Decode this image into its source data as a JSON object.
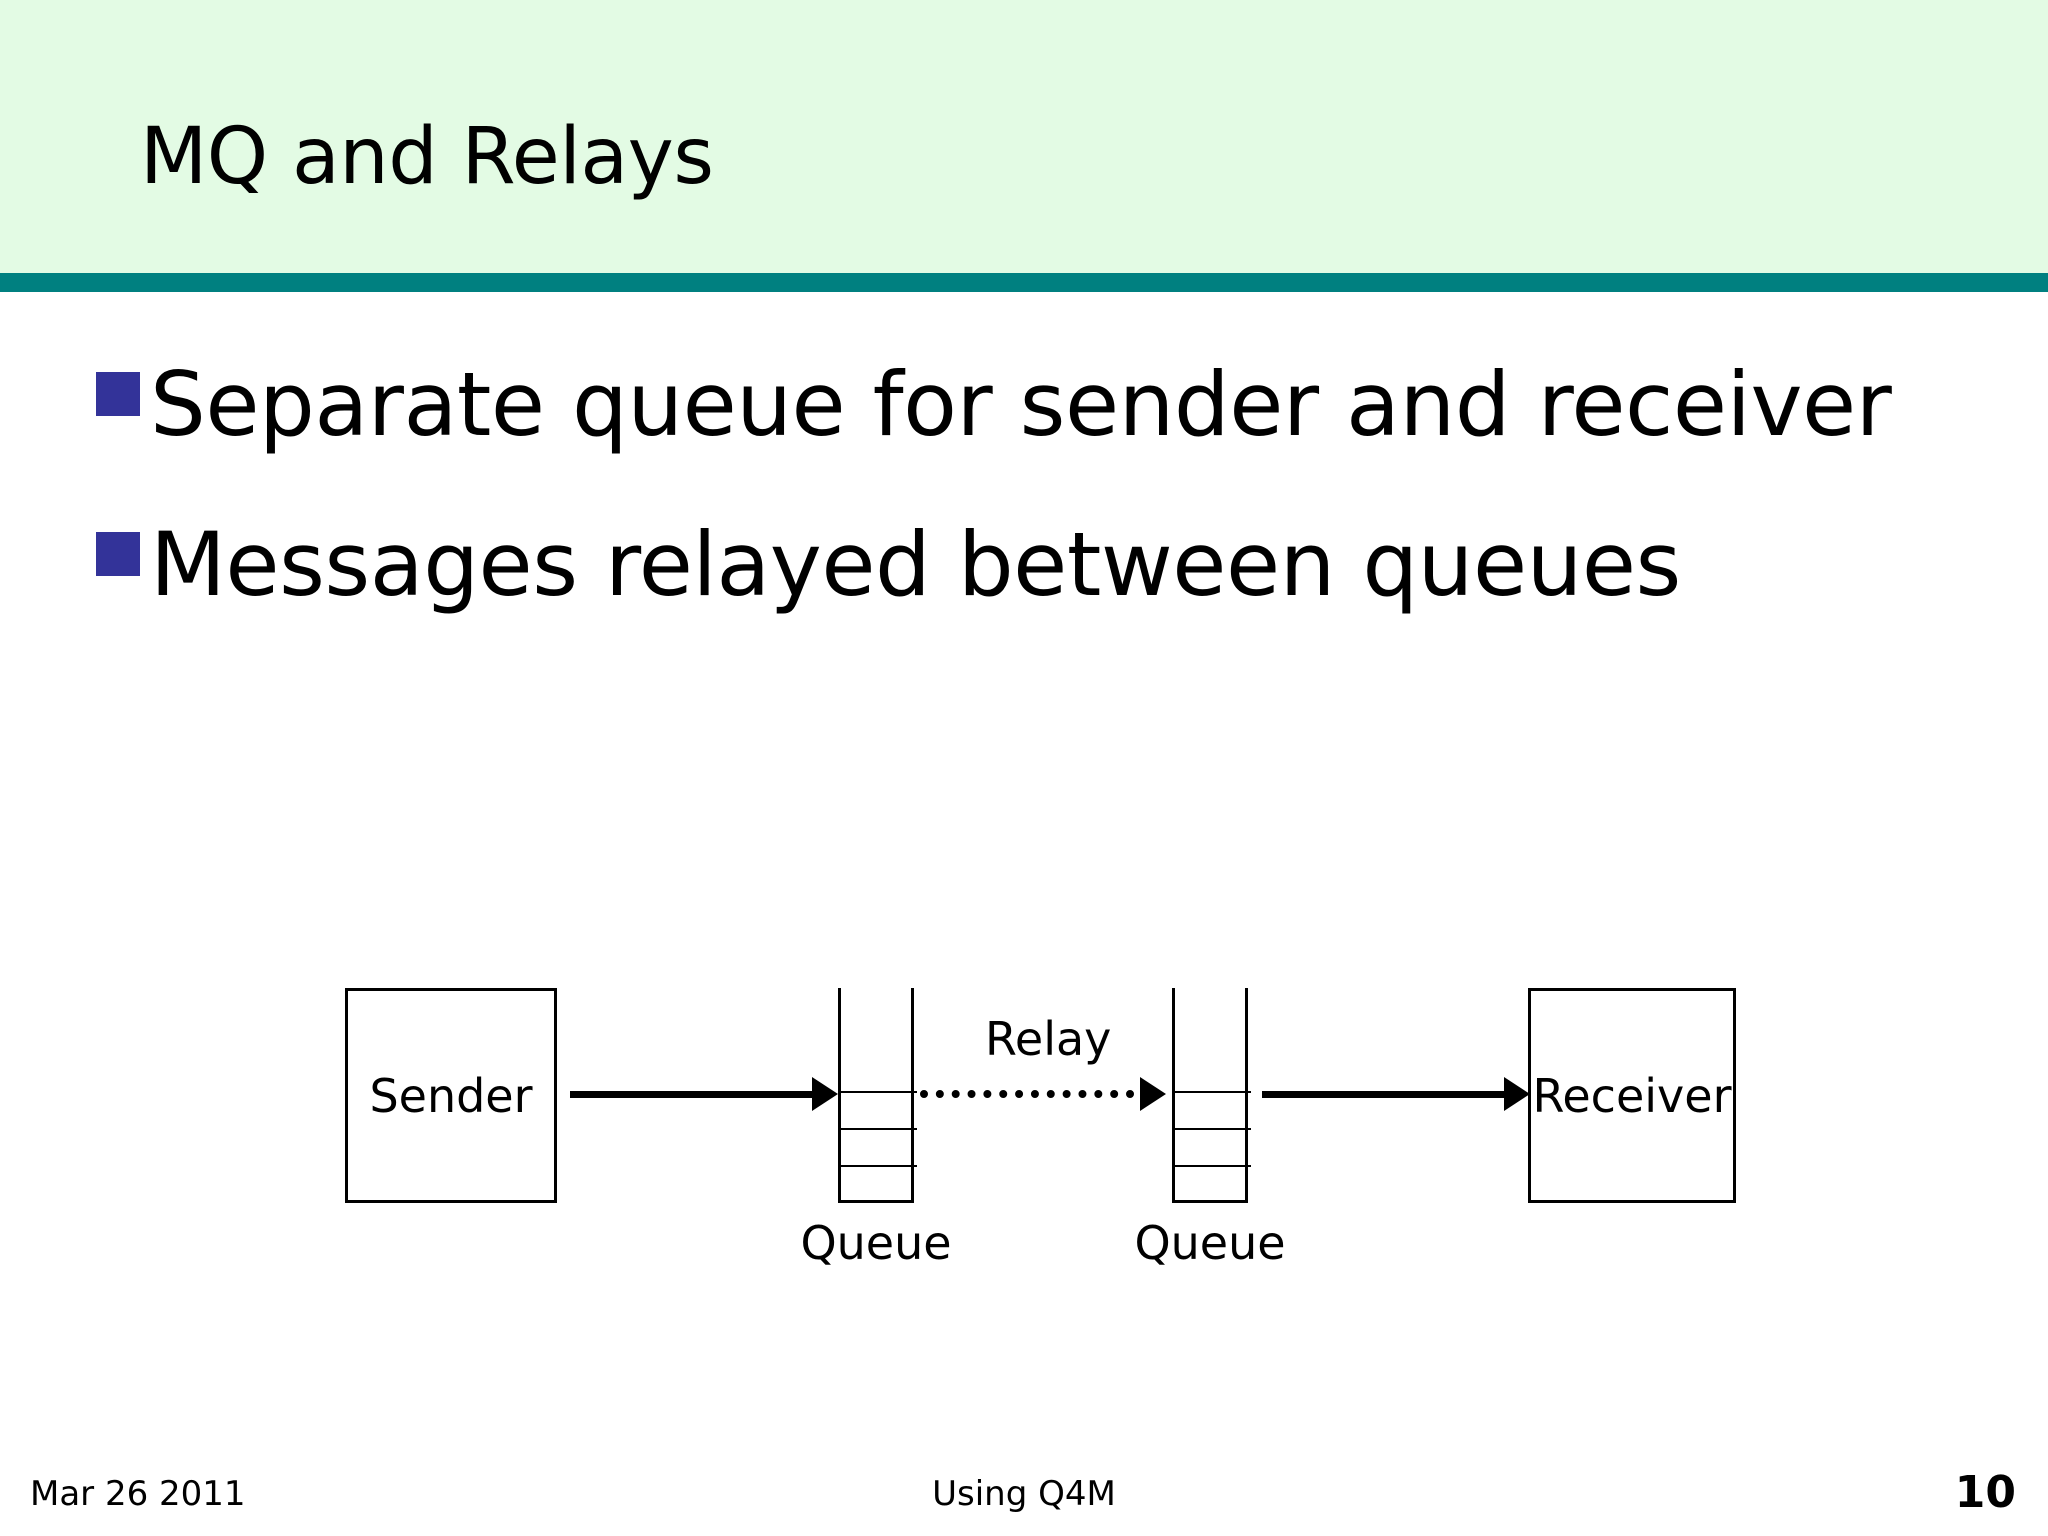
{
  "slide": {
    "title": "MQ and Relays",
    "header_bg": "#E3FBE4",
    "rule_color": "#008080",
    "bullet_color": "#333399"
  },
  "bullets": [
    {
      "text": "Separate queue for sender and receiver"
    },
    {
      "text": "Messages relayed between queues"
    }
  ],
  "diagram": {
    "sender": {
      "label": "Sender"
    },
    "queue_left": {
      "label": "Queue"
    },
    "queue_right": {
      "label": "Queue"
    },
    "relay": {
      "label": "Relay"
    },
    "receiver": {
      "label": "Receiver"
    }
  },
  "footer": {
    "date": "Mar 26 2011",
    "center": "Using Q4M",
    "page": "10"
  }
}
